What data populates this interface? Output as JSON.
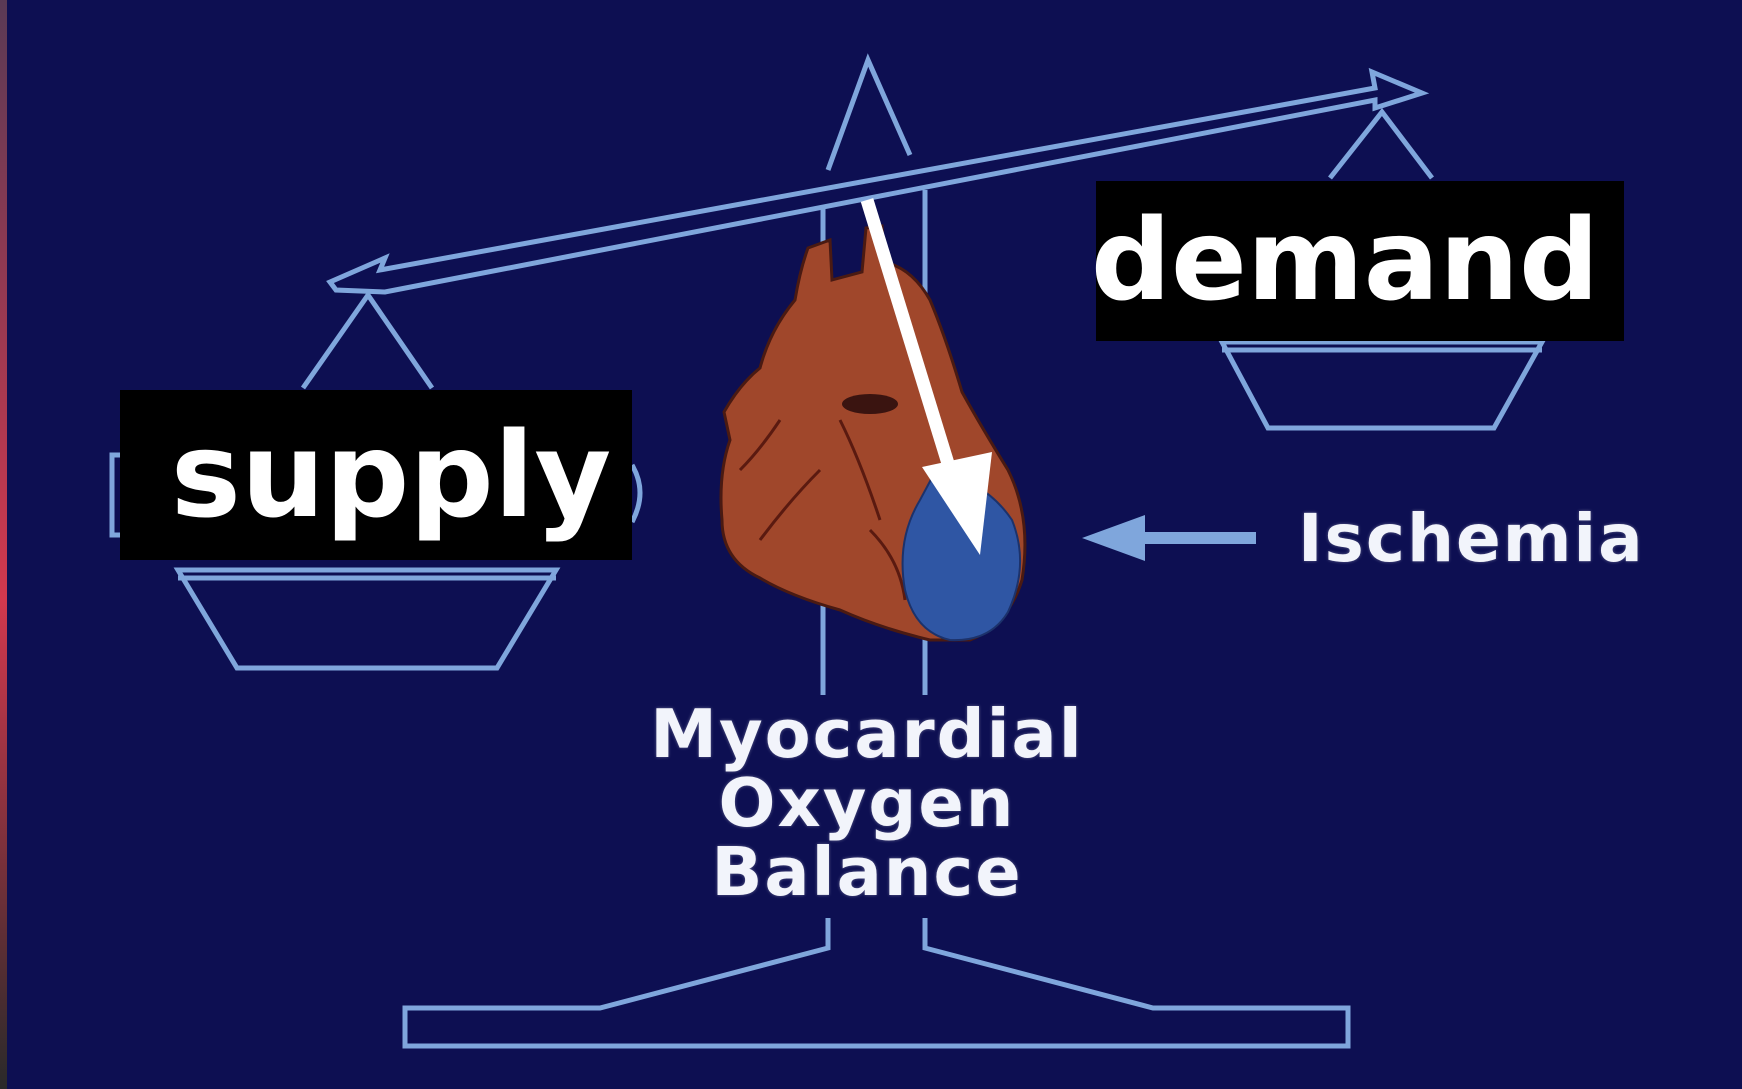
{
  "labels": {
    "supply": "supply",
    "demand": "demand",
    "ischemia": "Ischemia",
    "title_line1": "Myocardial",
    "title_line2": "Oxygen",
    "title_line3": "Balance"
  },
  "colors": {
    "background": "#0d0f52",
    "outline": "#7fa6dc",
    "heart": "#a0472b",
    "ischemic_region": "#2f56a4",
    "label_box": "#000000",
    "label_text": "#ffffff"
  },
  "icons": {
    "heart": "heart-illustration",
    "pointer": "white-down-arrow",
    "ischemia_pointer": "left-arrow"
  }
}
